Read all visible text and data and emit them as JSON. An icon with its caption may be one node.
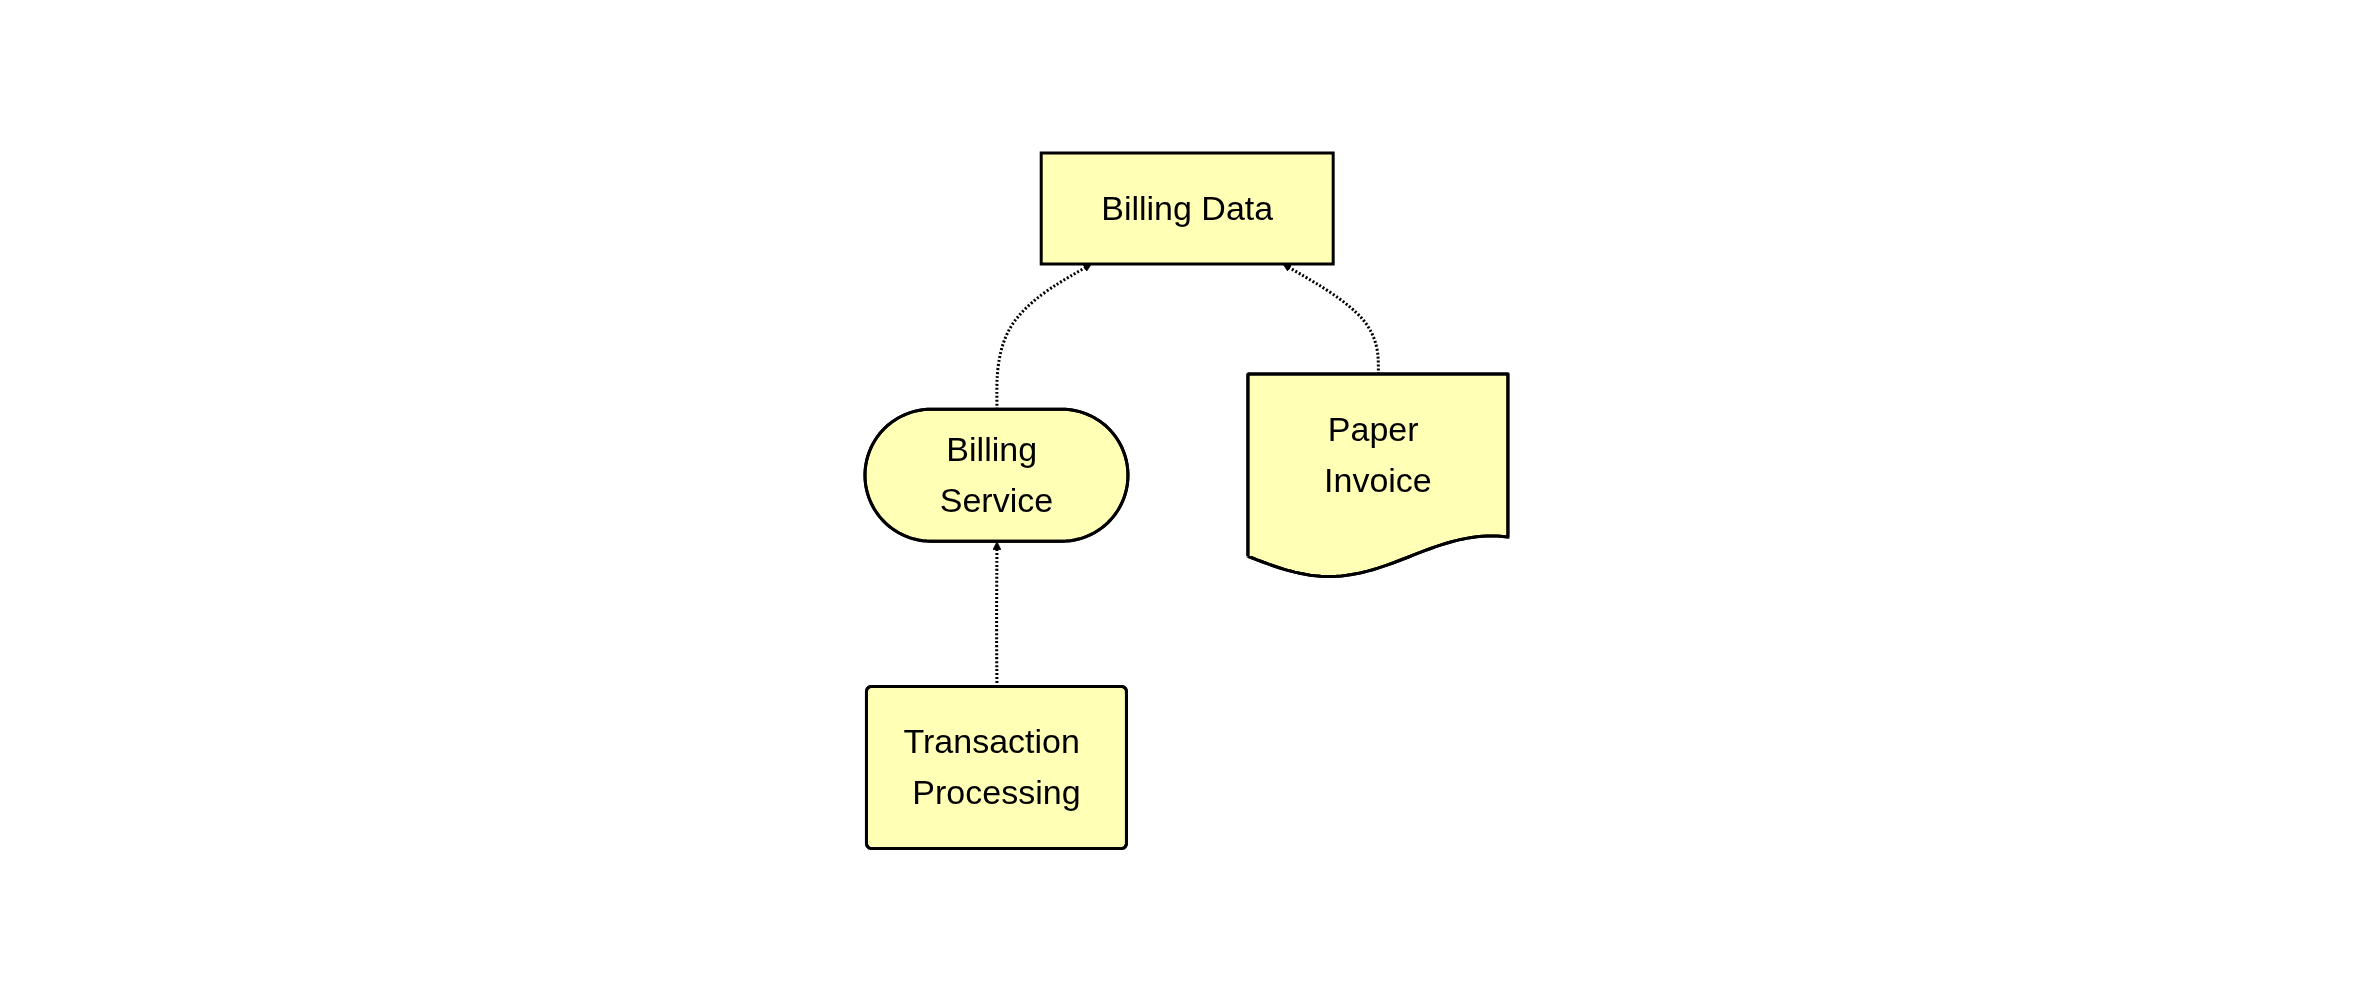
{
  "diagram": {
    "nodes": [
      {
        "text": [
          "Billing Service"
        ]
      },
      {
        "text": [
          "Billing Data"
        ]
      },
      {
        "text": [
          "Transaction Processing"
        ]
      },
      {
        "text": [
          "Paper Invoice"
        ]
      }
    ],
    "edges": [
      {
        "from": 0,
        "to": 1,
        "arrow": "to",
        "style": "dashed"
      },
      {
        "from": 2,
        "to": 0,
        "arrow": "to",
        "style": "dashed"
      },
      {
        "from": 3,
        "to": 1,
        "arrow": "to",
        "style": "dashed"
      }
    ]
  }
}
